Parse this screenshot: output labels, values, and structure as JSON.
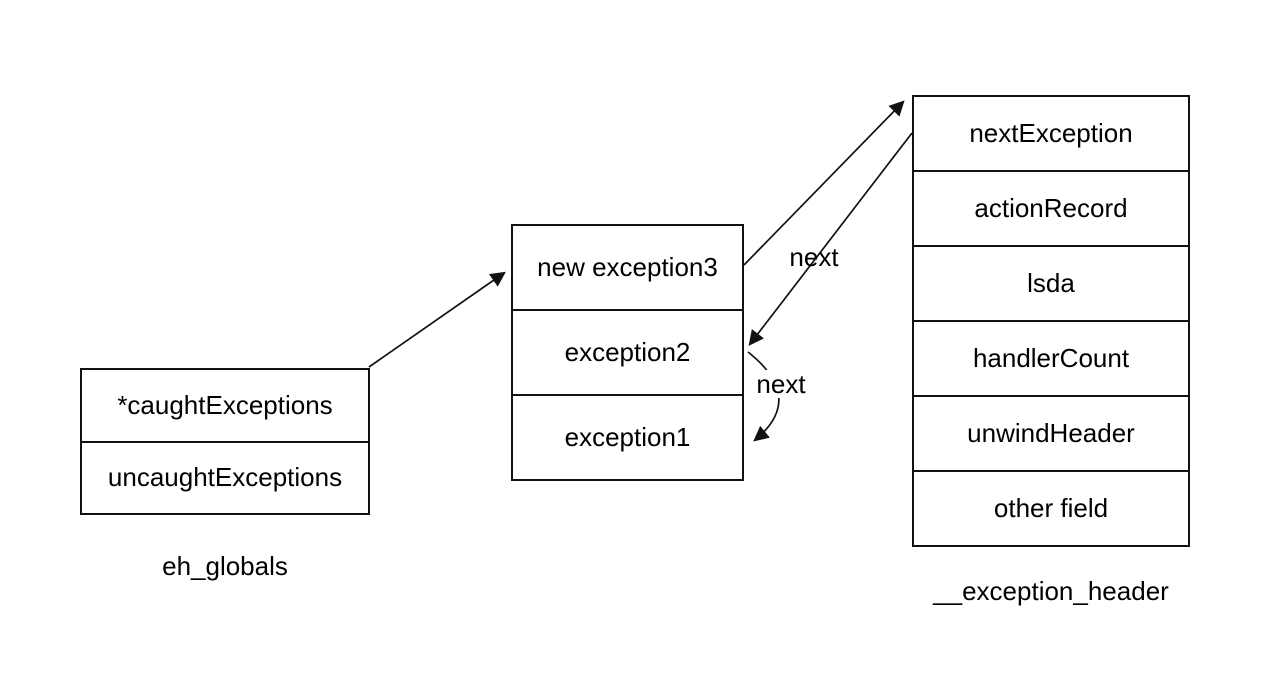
{
  "colors": {
    "background": "#ffffff",
    "stroke": "#111111",
    "text": "#000000"
  },
  "boxes": [
    {
      "id": "eh_globals",
      "label": "eh_globals",
      "cells": [
        "*caughtExceptions",
        "uncaughtExceptions"
      ]
    },
    {
      "id": "exception_stack",
      "label": "",
      "cells": [
        "new exception3",
        "exception2",
        "exception1"
      ]
    },
    {
      "id": "exception_header",
      "label": "__exception_header",
      "cells": [
        "nextException",
        "actionRecord",
        "lsda",
        "handlerCount",
        "unwindHeader",
        "other field"
      ]
    }
  ],
  "edges": [
    {
      "from": "eh_globals.*caughtExceptions",
      "to": "exception_stack.new exception3",
      "label": ""
    },
    {
      "from": "exception_stack.new exception3",
      "to": "exception_header.nextException",
      "label": ""
    },
    {
      "from": "exception_header.nextException",
      "to": "exception_stack.exception2",
      "label": "next"
    },
    {
      "from": "exception_stack.exception2",
      "to": "exception_stack.exception1",
      "label": "next"
    }
  ]
}
